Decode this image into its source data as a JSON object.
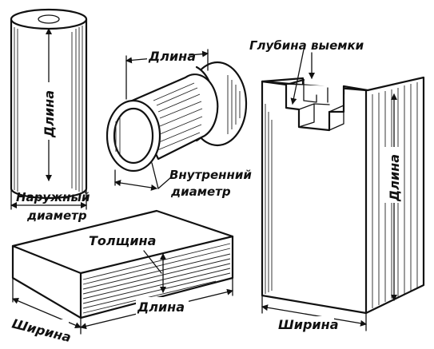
{
  "figure": {
    "labels": {
      "cyl_length": "Длина",
      "cyl_outer_1": "Наружный",
      "cyl_outer_2": "диаметр",
      "tube_length": "Длина",
      "tube_inner_1": "Внутренний",
      "tube_inner_2": "диаметр",
      "block_depth": "Глубина выемки",
      "block_length": "Длина",
      "block_width": "Ширина",
      "slab_thickness": "Толщина",
      "slab_length": "Длина",
      "slab_width": "Ширина"
    }
  }
}
